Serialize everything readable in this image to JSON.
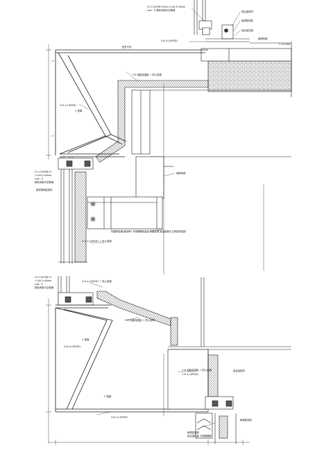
{
  "sheet": {
    "title": "",
    "colors": {
      "line": "#1a1a1a",
      "hatch": "#333333",
      "concrete": "#d9d9d9",
      "paper": "#ffffff"
    },
    "top_section": {
      "glass_spec_top": [
        "5+1.52PVB+5mm+12A 5+8mm",
        "Low - E  钢化夹胶中空玻璃"
      ],
      "glass_spec_left": [
        "5+1.52PVB+5",
        "+12A 5+8mm",
        "Low - E",
        "钢化夹胶中空玻璃"
      ],
      "labels": {
        "frame_top": "铝合金型材",
        "seal_top": "耐候密封胶",
        "bracket_top": "铝合金压板",
        "wall_label": "墙体构造",
        "panel_top": "3.0l  A.L(PVDF)",
        "direction": "室外方向",
        "left_panel": "3.0l  A.L(PVDF)",
        "left_sub": "C 型钢",
        "mid_panel": "7.0l 铝板保温板 + 防火岩棉",
        "steel_conn": "钢化玻璃连接件",
        "beam_note": "热镀锌型钢(钢龙骨) 不锈钢螺栓连接 防腐处理 钢连接板与主体结构连接",
        "lower_panel": "2.0l  A.L(PVDF) + 防火岩棉",
        "level_mark": "▽ ±0.000"
      }
    },
    "bottom_section": {
      "glass_spec_left": [
        "5+1.52PVB+5",
        "+12A 5+8mm",
        "Low - E",
        "钢化夹胶中空玻璃"
      ],
      "labels": {
        "top_panel": "2.0l  A.L(PVDF) + 防火岩棉",
        "mid_panel": "7.0l 铝板保温板 + 防火岩棉",
        "left_sub": "C 型钢",
        "left_panel": "3.0l  A.L(PVDF)",
        "right_panel_a": "7.0l 铝板保温板 + 防火岩棉",
        "right_panel_b": "1.0l  A.L(PVDF)",
        "right_frame": "铝合金型材",
        "bottom_panel": "3.0l  A.L(PVDF)",
        "bottom_sub": "C 型钢",
        "bottom_note_a": "耐候密封胶",
        "bottom_note_b": "铝合金压板  不锈钢螺栓",
        "seal_right": "耐候密封胶"
      }
    }
  }
}
